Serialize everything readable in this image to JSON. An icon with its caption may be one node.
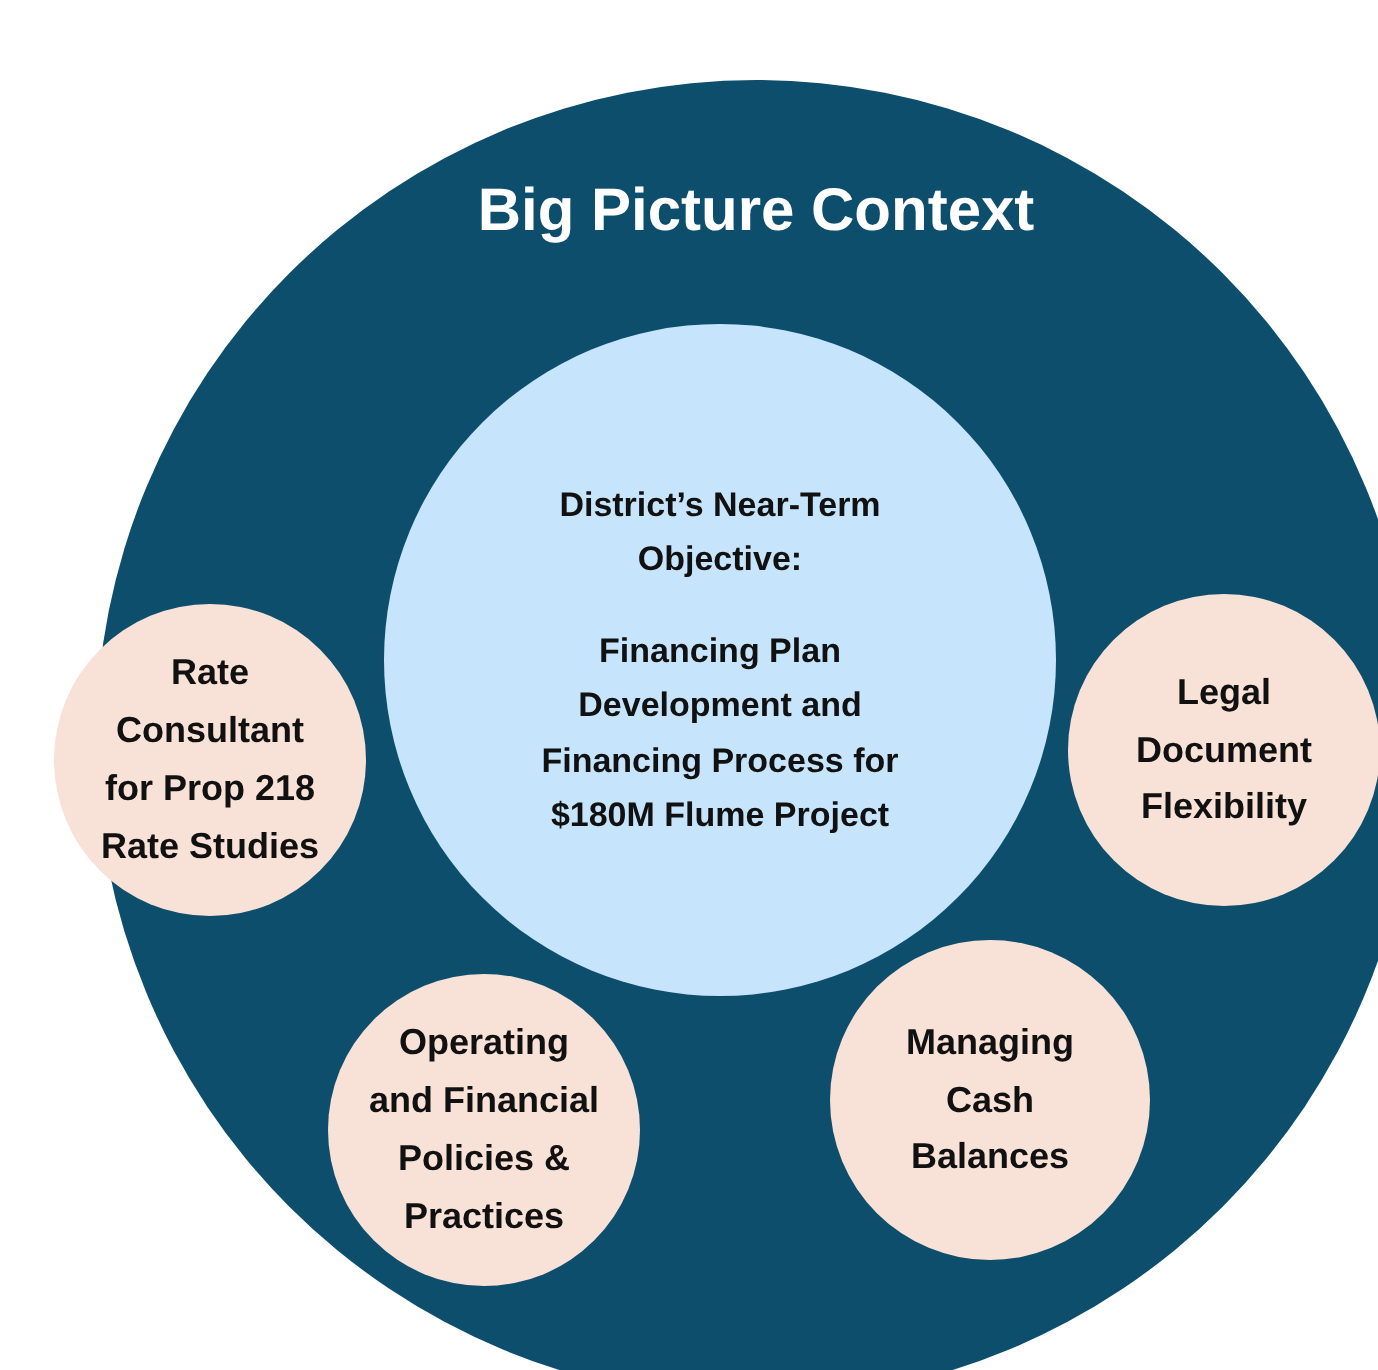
{
  "diagram": {
    "nodes": [
      {
        "text": [
          "Big Picture Context"
        ]
      },
      {
        "text": [
          "District’s Near-Term Objective:",
          "Financing Plan Development and Financing Process for $180M Flume Project"
        ],
        "in": 0
      },
      {
        "text": [
          "Rate Consultant for Prop 218 Rate Studies"
        ],
        "in": 0
      },
      {
        "text": [
          "Legal Document Flexibility"
        ],
        "in": 0
      },
      {
        "text": [
          "Operating and Financial Policies & Practices"
        ],
        "in": 0
      },
      {
        "text": [
          "Managing Cash Balances"
        ],
        "in": 0
      }
    ]
  }
}
